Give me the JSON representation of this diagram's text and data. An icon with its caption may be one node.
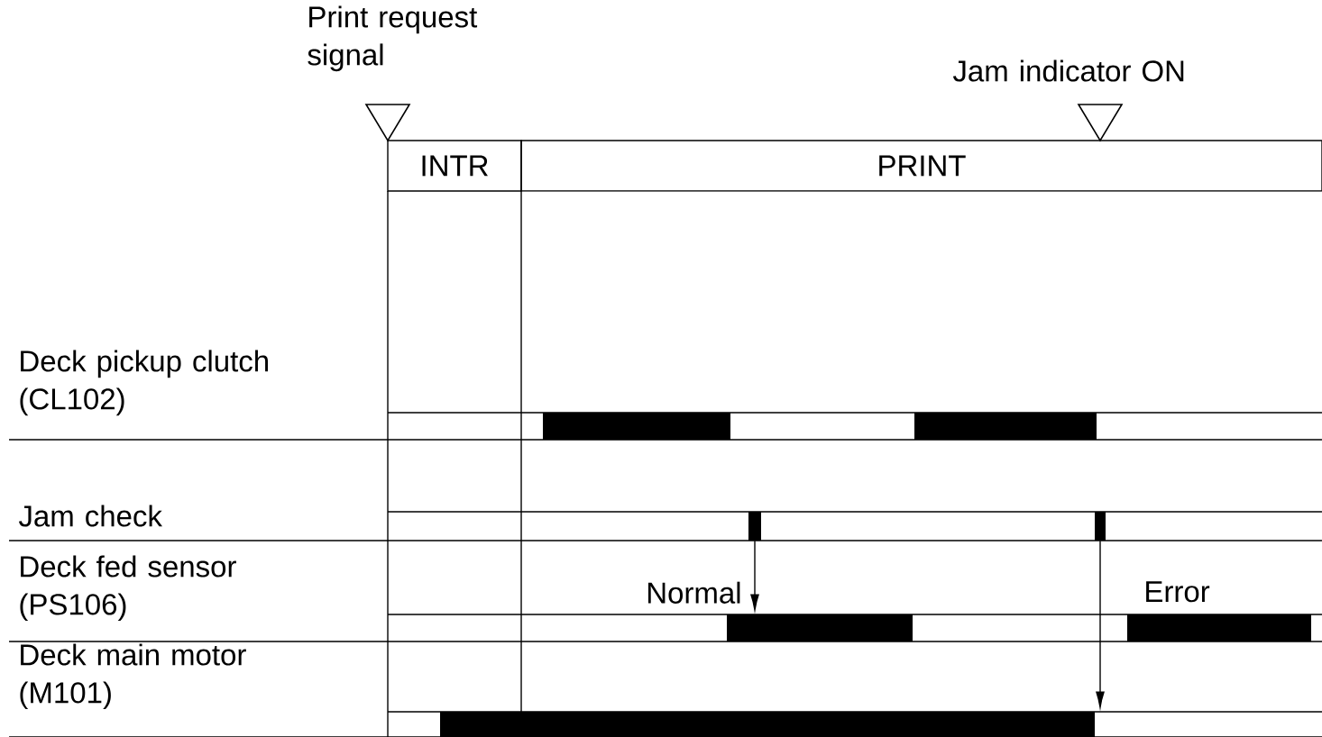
{
  "diagram": {
    "nodes": [
      {
        "text": [
          "INTR"
        ]
      },
      {
        "text": [
          "PRINT"
        ]
      },
      {
        "text": [],
        "shape": "bar"
      },
      {
        "text": [],
        "shape": "bar"
      },
      {
        "text": [],
        "shape": "bar"
      },
      {
        "text": [],
        "shape": "bar"
      },
      {
        "text": [],
        "shape": "bar"
      },
      {
        "text": [],
        "shape": "bar",
        "beside": [
          "Error"
        ]
      },
      {
        "text": [],
        "shape": "bar"
      }
    ],
    "edges": [
      {
        "from": 4,
        "to": 6,
        "arrow": "to",
        "label": "Normal"
      },
      {
        "from": 5,
        "to": 8,
        "arrow": "to"
      }
    ],
    "labels": [
      "Print request signal",
      "Jam indicator ON",
      "Deck pickup clutch (CL102)",
      "Jam check",
      "Deck fed sensor (PS106)",
      "Deck main motor (M101)"
    ]
  }
}
